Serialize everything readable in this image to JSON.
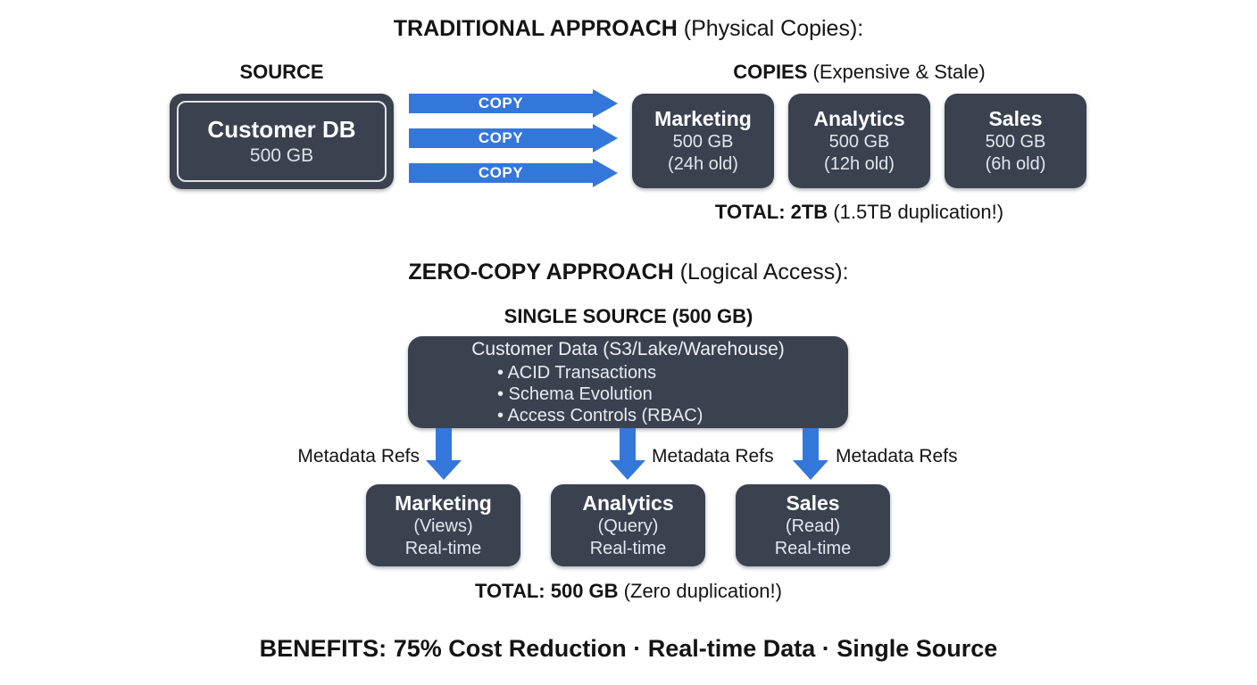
{
  "page": {
    "background": "#ffffff",
    "accent_blue": "#3477db",
    "box_dark": "#3a4250"
  },
  "traditional": {
    "title_bold": "TRADITIONAL APPROACH",
    "title_rest": " (Physical Copies):",
    "source_label": "SOURCE",
    "source_box": {
      "title": "Customer DB",
      "size": "500 GB"
    },
    "arrow_labels": [
      "COPY",
      "COPY",
      "COPY"
    ],
    "copies_label_bold": "COPIES",
    "copies_label_rest": " (Expensive & Stale)",
    "copies": [
      {
        "name": "Marketing",
        "size": "500 GB",
        "age": "(24h old)"
      },
      {
        "name": "Analytics",
        "size": "500 GB",
        "age": "(12h old)"
      },
      {
        "name": "Sales",
        "size": "500 GB",
        "age": "(6h old)"
      }
    ],
    "total_bold": "TOTAL: 2TB",
    "total_rest": " (1.5TB duplication!)"
  },
  "zero_copy": {
    "title_bold": "ZERO-COPY APPROACH",
    "title_rest": " (Logical Access):",
    "single_source_label": "SINGLE SOURCE (500 GB)",
    "source_box": {
      "title": "Customer Data (S3/Lake/Warehouse)",
      "bullets": [
        "• ACID Transactions",
        "• Schema Evolution",
        "• Access Controls (RBAC)"
      ]
    },
    "metadata_ref_labels": [
      "Metadata Refs",
      "Metadata Refs",
      "Metadata Refs"
    ],
    "consumers": [
      {
        "name": "Marketing",
        "mode": "(Views)",
        "freshness": "Real-time"
      },
      {
        "name": "Analytics",
        "mode": "(Query)",
        "freshness": "Real-time"
      },
      {
        "name": "Sales",
        "mode": "(Read)",
        "freshness": "Real-time"
      }
    ],
    "total_bold": "TOTAL: 500 GB",
    "total_rest": " (Zero duplication!)"
  },
  "benefits": {
    "label_bold": "BENEFITS:",
    "rest": " 75% Cost Reduction · Real-time Data · Single Source"
  }
}
